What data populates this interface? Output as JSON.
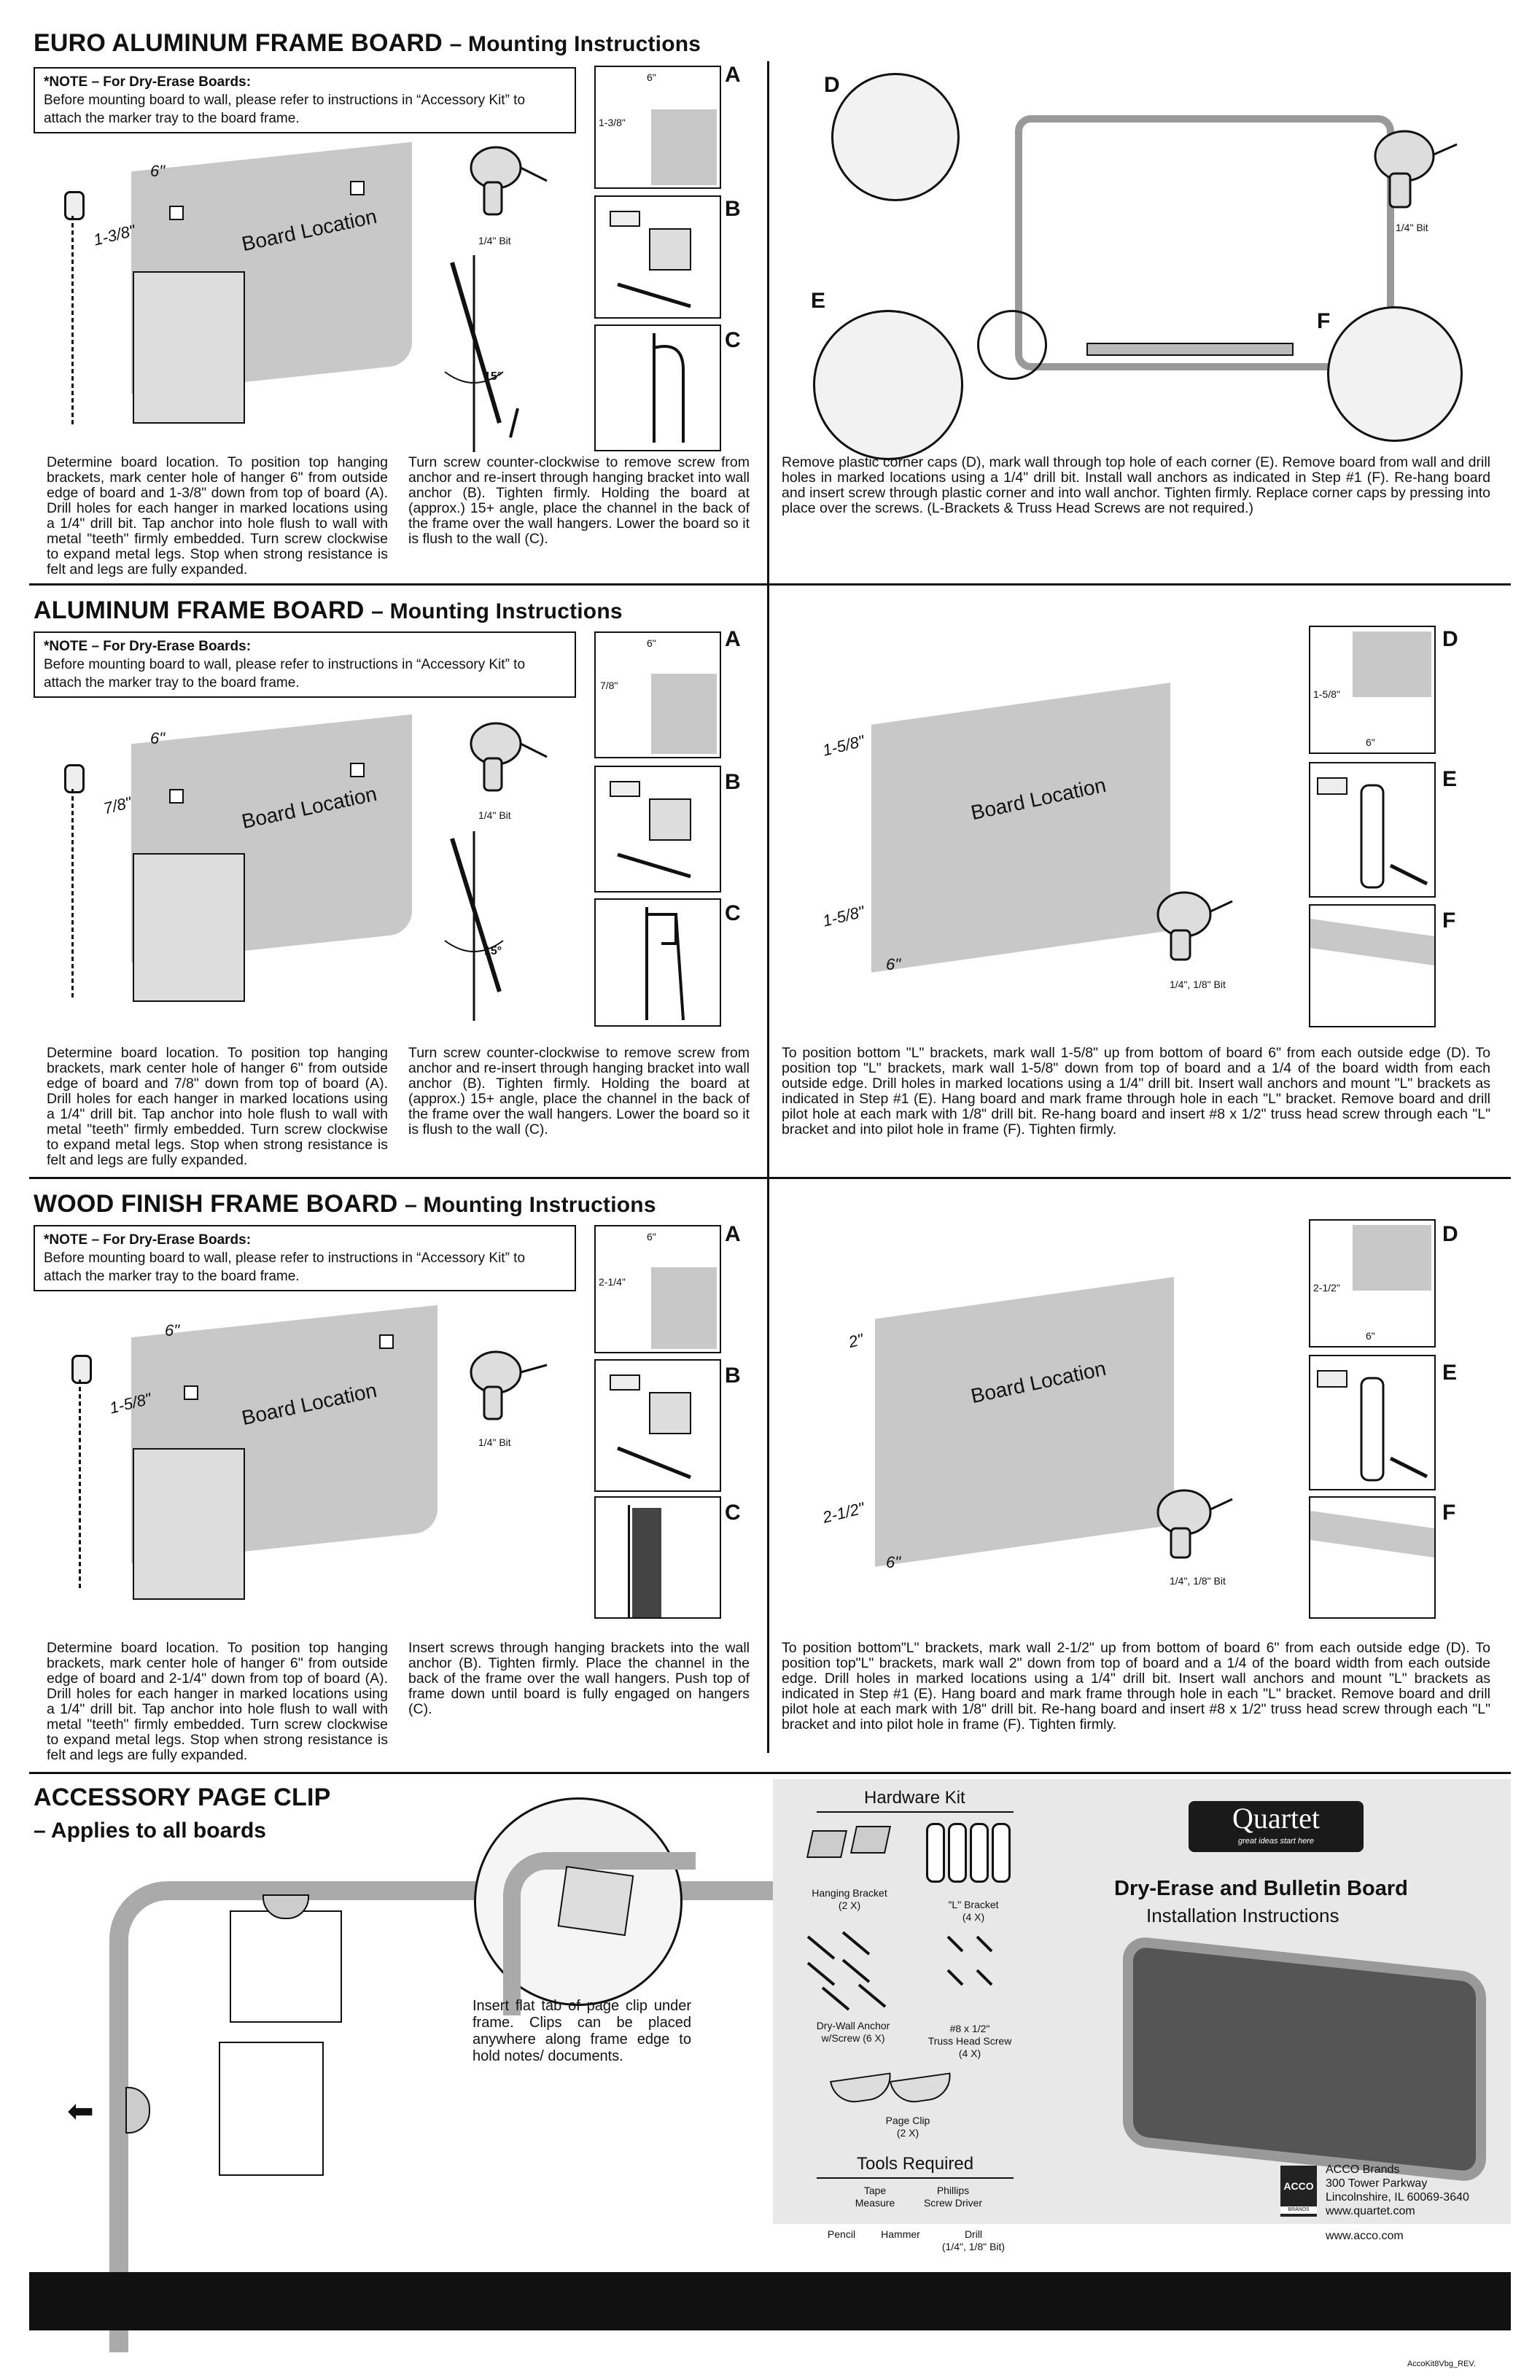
{
  "sections": [
    {
      "title": "EURO ALUMINUM FRAME BOARD",
      "subtitle": "– Mounting Instructions",
      "note_title": "*NOTE – For Dry-Erase Boards:",
      "note_body": "Before mounting board to wall, please refer to instructions in “Accessory Kit” to attach the marker tray to the board frame.",
      "dims": {
        "top": "6\"",
        "side": "1-3/8\"",
        "a_top": "6\"",
        "a_side": "1-3/8\""
      },
      "board_label": "Board Location",
      "bit_label": "1/4\" Bit",
      "angle": "15°",
      "col1": "Determine board location. To position top hanging brackets, mark center hole of hanger 6\" from outside edge of board and 1-3/8\" down from top of board (A). Drill holes for each hanger in marked locations using a 1/4\" drill bit. Tap anchor into hole flush to wall with metal \"teeth\" firmly embedded. Turn screw clockwise to expand metal legs. Stop when strong resistance is felt and legs are fully expanded.",
      "col2": "Turn screw counter-clockwise to remove screw from anchor and re-insert through hanging bracket into wall anchor (B). Tighten firmly. Holding the board at (approx.) 15+ angle, place the channel in the back of the frame over the wall hangers. Lower the board so it is flush to the wall (C).",
      "col3": "Remove plastic corner caps (D), mark wall through top hole of each corner (E). Remove board from wall and drill holes in marked locations using a 1/4\" drill bit. Install wall anchors as indicated in Step #1 (F). Re-hang board and insert screw through plastic corner and into wall anchor. Tighten firmly. Replace corner caps by pressing into place over the screws. (L-Brackets & Truss Head Screws are not required.)",
      "right_bit": "1/4\" Bit"
    },
    {
      "title": "ALUMINUM FRAME BOARD",
      "subtitle": "– Mounting Instructions",
      "note_title": "*NOTE – For Dry-Erase Boards:",
      "note_body": "Before mounting board to wall, please refer to instructions in “Accessory Kit” to attach the marker tray to the board frame.",
      "dims": {
        "top": "6\"",
        "side": "7/8\"",
        "a_top": "6\"",
        "a_side": "7/8\""
      },
      "board_label": "Board Location",
      "bit_label": "1/4\" Bit",
      "angle": "15°",
      "col1": "Determine board location. To position top hanging brackets, mark center hole of hanger 6\" from outside edge of board and 7/8\" down from top of board (A). Drill holes for each hanger in marked locations using a 1/4\" drill bit. Tap anchor into hole flush to wall with metal \"teeth\" firmly embedded. Turn screw clockwise to expand metal legs. Stop when strong resistance is felt and legs are fully expanded.",
      "col2": "Turn screw counter-clockwise to remove screw from anchor and re-insert through hanging bracket into wall anchor (B). Tighten firmly. Holding the board at (approx.) 15+ angle, place the channel in the back of the frame over the wall hangers. Lower the board so it is flush to the wall (C).",
      "col3": "To position bottom \"L\" brackets, mark wall 1-5/8\" up from bottom of board 6\" from each outside edge (D). To position top \"L\" brackets, mark wall 1-5/8\" down from top of board and a 1/4 of the board width from each outside edge. Drill holes in marked locations using a 1/4\" drill bit. Insert wall anchors and mount \"L\" brackets as indicated in Step #1 (E). Hang board and mark frame through hole in each \"L\" bracket. Remove board and drill pilot hole at each mark with 1/8\" drill bit. Re-hang board and insert #8 x 1/2\" truss head screw through each \"L\" bracket and into pilot hole in frame (F). Tighten firmly.",
      "right_dims": {
        "upper": "1-5/8\"",
        "lower": "1-5/8\"",
        "bottom": "6\"",
        "d_side": "1-5/8\"",
        "d_bottom": "6\""
      },
      "right_bit": "1/4\", 1/8\" Bit"
    },
    {
      "title": "WOOD FINISH FRAME BOARD",
      "subtitle": "– Mounting Instructions",
      "note_title": "*NOTE – For Dry-Erase Boards:",
      "note_body": "Before mounting board to wall, please refer to instructions in “Accessory Kit” to attach the marker tray to the board frame.",
      "dims": {
        "top": "6\"",
        "side": "1-5/8\"",
        "a_top": "6\"",
        "a_side": "2-1/4\""
      },
      "board_label": "Board Location",
      "bit_label": "1/4\" Bit",
      "col1": "Determine board location. To position top hanging brackets, mark center hole of hanger 6\" from outside edge of board and 2-1/4\" down from top of board (A). Drill holes for each hanger in marked locations using a 1/4\" drill bit. Tap anchor into hole flush to wall with metal \"teeth\" firmly embedded. Turn screw clockwise to expand metal legs. Stop when strong resistance is felt and legs are fully expanded.",
      "col2": "Insert screws through hanging brackets into the wall anchor (B). Tighten firmly. Place the channel in the back of the frame over the wall hangers. Push top of frame down until board is fully engaged on hangers (C).",
      "col3": "To position bottom\"L\" brackets, mark wall 2-1/2\" up from bottom of board 6\" from each outside edge (D). To position top\"L\" brackets, mark wall 2\" down from top of board and a 1/4 of the board width from each outside edge. Drill holes in marked locations using a 1/4\" drill bit. Insert wall anchors and mount \"L\" brackets as indicated in Step #1 (E). Hang board and mark frame through hole in each \"L\" bracket. Remove board and drill pilot hole at each mark with 1/8\" drill bit. Re-hang board and insert #8 x 1/2\" truss head screw through each \"L\" bracket and into pilot hole in frame (F). Tighten firmly.",
      "right_dims": {
        "upper": "2\"",
        "lower": "2-1/2\"",
        "bottom": "6\"",
        "d_side": "2-1/2\"",
        "d_bottom": "6\""
      },
      "right_bit": "1/4\", 1/8\" Bit"
    }
  ],
  "letters": {
    "a": "A",
    "b": "B",
    "c": "C",
    "d": "D",
    "e": "E",
    "f": "F"
  },
  "accessory": {
    "title": "ACCESSORY PAGE CLIP",
    "subtitle": "– Applies to all boards",
    "text": "Insert flat tab of page clip under frame. Clips can be placed anywhere along frame edge to hold notes/ documents."
  },
  "hardware": {
    "title": "Hardware Kit",
    "hanging_bracket": "Hanging Bracket",
    "hanging_bracket_qty": "(2 X)",
    "l_bracket": "\"L\" Bracket",
    "l_bracket_qty": "(4 X)",
    "anchor": "Dry-Wall Anchor",
    "anchor_qty": "w/Screw (6 X)",
    "truss": "#8 x 1/2\"",
    "truss2": "Truss Head Screw",
    "truss_qty": "(4 X)",
    "page_clip": "Page Clip",
    "page_clip_qty": "(2 X)",
    "tools_title": "Tools Required",
    "tape": "Tape",
    "tape2": "Measure",
    "phillips": "Phillips",
    "phillips2": "Screw Driver",
    "pencil": "Pencil",
    "hammer": "Hammer",
    "drill": "Drill",
    "drill2": "(1/4\", 1/8\" Bit)"
  },
  "brand": {
    "logo": "Quartet",
    "tagline": "great ideas start here",
    "product_title": "Dry-Erase and Bulletin Board",
    "product_sub": "Installation Instructions",
    "company": "ACCO Brands",
    "addr1": "300 Tower Parkway",
    "addr2": "Lincolnshire, IL 60069-3640",
    "web1": "www.quartet.com",
    "web2": "www.acco.com",
    "acco_logo": "ACCO",
    "acco_logo_sub": "BRANDS"
  },
  "footer_code": "AccoKit8Vbg_REV."
}
